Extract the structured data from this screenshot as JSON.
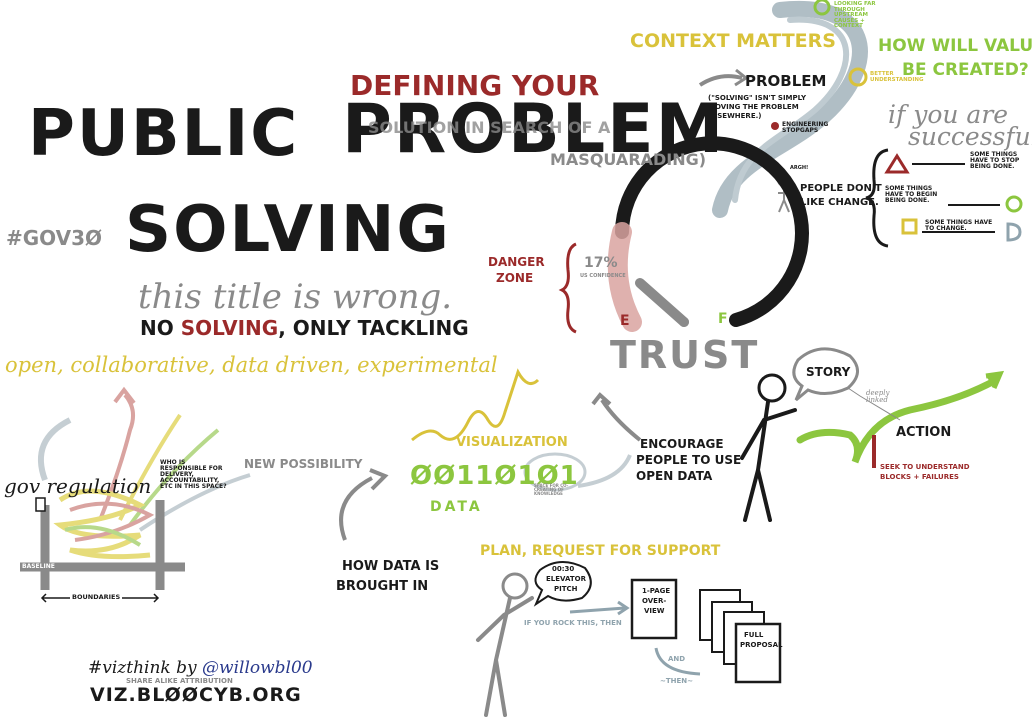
{
  "title": {
    "line1": "PUBLIC",
    "line2": "PROBLEM",
    "line3": "SOLVING",
    "prefix": "DEFINING YOUR",
    "hashtag": "#GOV3Ø",
    "wrong": "this title is wrong.",
    "no_solving_pre": "NO",
    "no_solving_word": "SOLVING",
    "no_solving_post": ", ONLY TACKLING",
    "behind_1": "SOLUTION IN SEARCH OF A",
    "behind_2": "MASQUARADING)"
  },
  "open_line": "open, collaborative, data driven, experimental",
  "context": {
    "heading": "CONTEXT MATTERS",
    "problem": "PROBLEM",
    "problem_note": "(\"SOLVING\" ISN'T SIMPLY MOVING THE PROBLEM ELSEWHERE.)",
    "engineering": "ENGINEERING STOPGAPS",
    "looking_far": "LOOKING FAR THROUGH UPSTREAM CAUSES + CONTEXT",
    "better": "BETTER UNDERSTANDING"
  },
  "value": {
    "heading_1": "HOW WILL VALUE",
    "heading_2": "BE CREATED?",
    "if_1": "if you are",
    "if_2": "successful...",
    "stop": "SOME THINGS HAVE TO STOP BEING DONE.",
    "begin": "SOME THINGS HAVE TO BEGIN BEING DONE.",
    "change": "SOME THINGS HAVE TO CHANGE."
  },
  "people": {
    "argh": "ARGH!",
    "dont_1": "PEOPLE DON'T",
    "dont_2": "LIKE CHANGE."
  },
  "trust": {
    "label": "TRUST",
    "danger_1": "DANGER",
    "danger_2": "ZONE",
    "pct": "17%",
    "pct_note": "US CONFIDENCE",
    "e": "E",
    "f": "F"
  },
  "data": {
    "visualization": "VISUALIZATION",
    "bits": "ØØ11Ø1Ø1",
    "label": "DATA",
    "encourage_1": "ENCOURAGE",
    "encourage_2": "PEOPLE TO USE",
    "encourage_3": "OPEN DATA",
    "how_1": "HOW DATA IS",
    "how_2": "BROUGHT IN",
    "spaces_note": "SPACE FOR CO-CREATING OF KNOWLEDGE"
  },
  "gov": {
    "regulation": "gov regulation",
    "new_possibility": "NEW POSSIBILITY",
    "who": "WHO IS RESPONSIBLE FOR DELIVERY, ACCOUNTABILITY, ETC IN THIS SPACE?",
    "baseline": "BASELINE",
    "boundaries": "BOUNDARIES"
  },
  "story": {
    "story": "STORY",
    "action": "ACTION",
    "deeply": "deeply linked",
    "seek_1": "SEEK TO UNDERSTAND",
    "seek_2": "BLOCKS + FAILURES"
  },
  "plan": {
    "heading": "PLAN, REQUEST FOR SUPPORT",
    "elevator_1": "00:30",
    "elevator_2": "ELEVATOR",
    "elevator_3": "PITCH",
    "rock": "IF YOU ROCK THIS, THEN",
    "page_1": "1-PAGE",
    "page_2": "OVER-",
    "page_3": "VIEW",
    "and": "AND",
    "then": "~THEN~",
    "full_1": "FULL",
    "full_2": "PROPOSAL"
  },
  "credit": {
    "vizthink": "#vizthink by",
    "handle": "@willowbl00",
    "share": "SHARE ALIKE ATTRIBUTION",
    "site": "VIZ.BLØØCYB.ORG"
  },
  "colors": {
    "ink": "#1a1a1a",
    "red": "#9b2a2a",
    "yellow": "#d9c23a",
    "green": "#8cc63f",
    "gray": "#8a8a8a",
    "pink": "#d9a3a0",
    "steel": "#8fa3ad",
    "navy": "#2a3a8c"
  }
}
